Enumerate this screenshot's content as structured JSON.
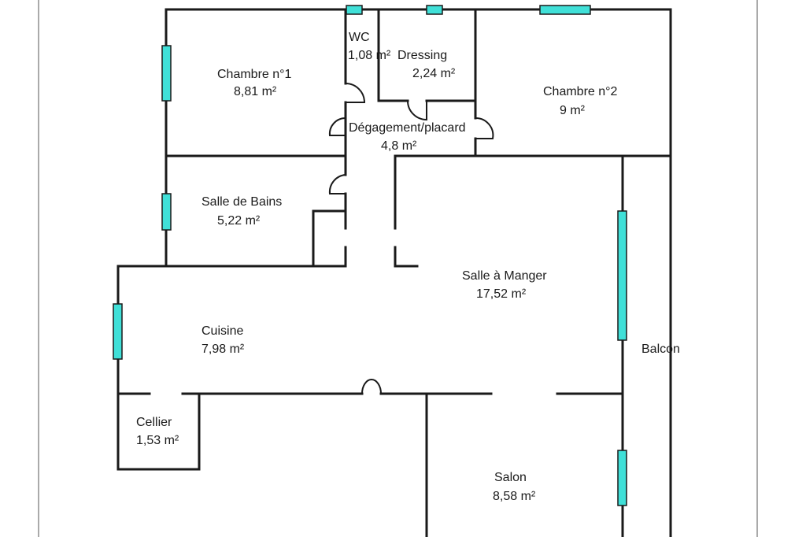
{
  "colors": {
    "window": "#40e0d8",
    "wall": "#1a1a1a",
    "background": "#ffffff"
  },
  "rooms": {
    "chambre1": {
      "name": "Chambre n°1",
      "area": "8,81  m²"
    },
    "wc": {
      "name": "WC",
      "area": "1,08  m²"
    },
    "dressing": {
      "name": "Dressing",
      "area": "2,24  m²"
    },
    "chambre2": {
      "name": "Chambre n°2",
      "area": "9  m²"
    },
    "degagement": {
      "name": "Dégagement/placard",
      "area": "4,8  m²"
    },
    "sdb": {
      "name": "Salle de Bains",
      "area": "5,22  m²"
    },
    "sam": {
      "name": "Salle à Manger",
      "area": "17,52  m²"
    },
    "cuisine": {
      "name": "Cuisine",
      "area": "7,98  m²"
    },
    "balcon": {
      "name": "Balcon"
    },
    "cellier": {
      "name": "Cellier",
      "area": "1,53  m²"
    },
    "salon": {
      "name": "Salon",
      "area": "8,58  m²"
    }
  }
}
